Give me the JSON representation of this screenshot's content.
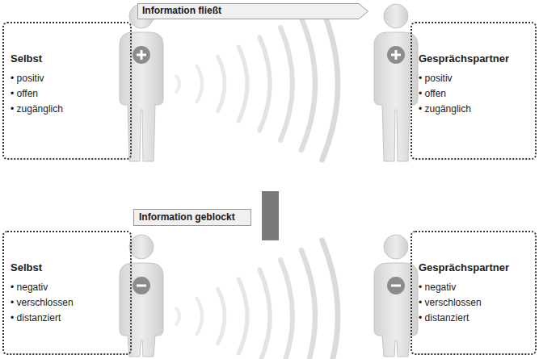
{
  "diagram": {
    "nodes": [
      {
        "text": [
          "Information fließt"
        ]
      },
      {
        "text": [
          "Selbst",
          "• positiv",
          "• offen",
          "• zugänglich"
        ]
      },
      {
        "text": [
          "Gesprächspartner",
          "• positiv",
          "• offen",
          "• zugänglich"
        ]
      },
      {
        "text": [
          "Information geblockt"
        ]
      },
      {
        "text": [
          "Selbst",
          "• negativ",
          "• verschlossen",
          "• distanziert"
        ]
      },
      {
        "text": [
          "Gesprächspartner",
          "• negativ",
          "• verschlossen",
          "• distanziert"
        ]
      }
    ]
  }
}
